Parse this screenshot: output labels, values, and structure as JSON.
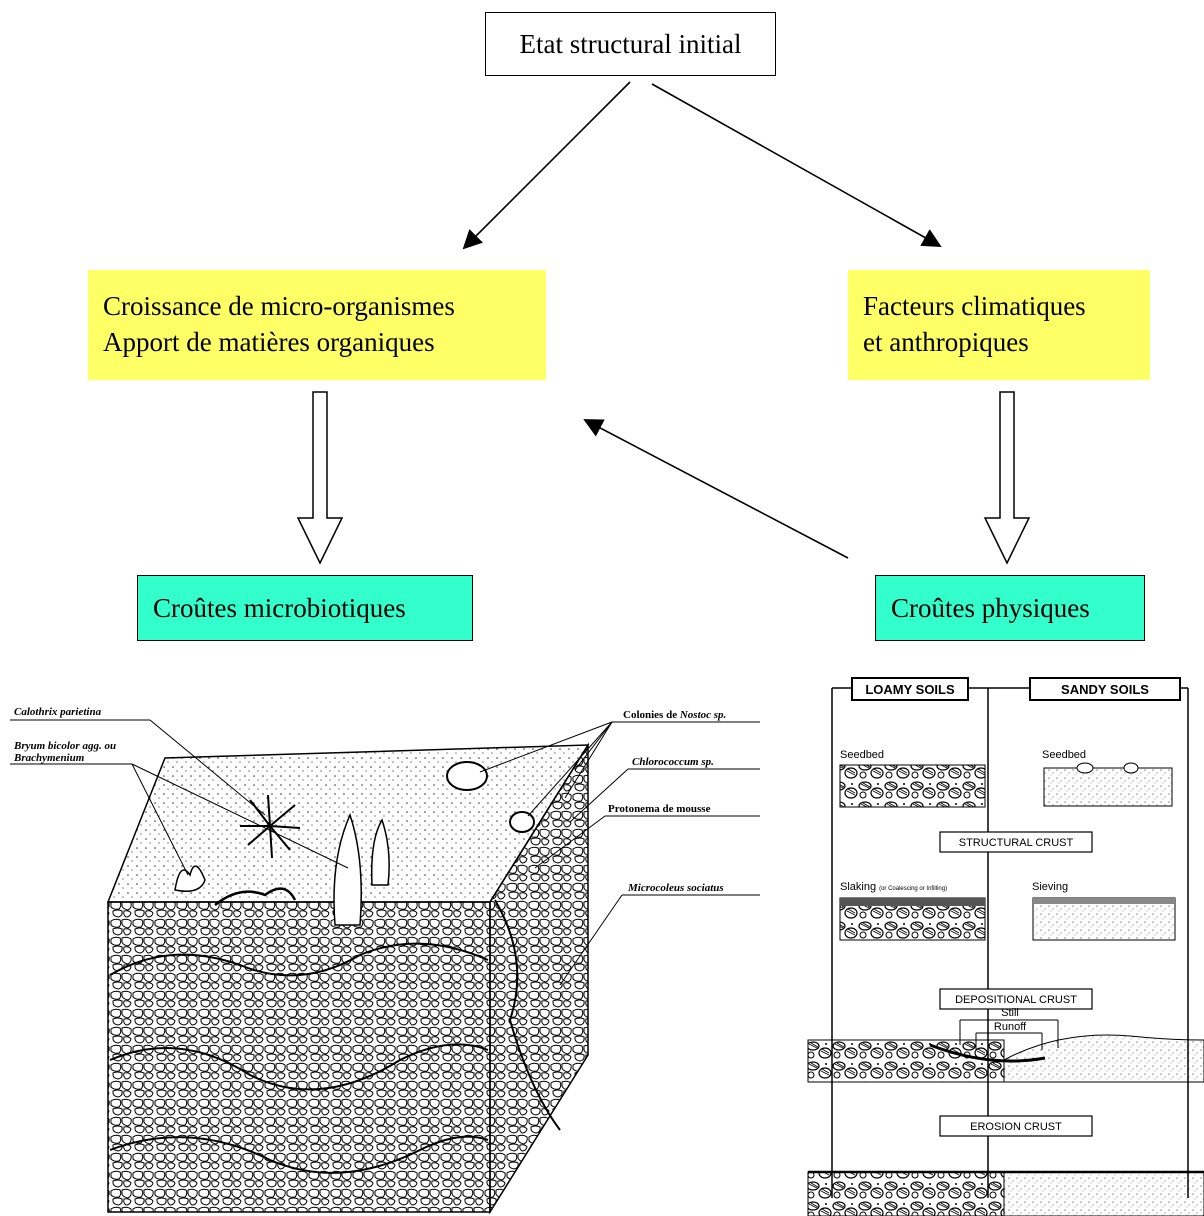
{
  "boxes": {
    "initial": "Etat structural initial",
    "biotic_line1": "Croissance de micro-organismes",
    "biotic_line2": "Apport de matières organiques",
    "climatic_line1": "Facteurs climatiques",
    "climatic_line2": "et anthropiques",
    "microbiotic_crust": "Croûtes microbiotiques",
    "physical_crust": "Croûtes physiques"
  },
  "colors": {
    "yellow_box": "#ffff66",
    "cyan_box": "#33ffcc"
  },
  "left_figure": {
    "labels": {
      "calothrix": "Calothrix parietina",
      "bryum_line1": "Bryum bicolor agg. ou",
      "bryum_line2": "Brachymenium",
      "nostoc_prefix": "Colonies de ",
      "nostoc_italic": "Nostoc sp.",
      "chlorococcum": "Chlorococcum sp.",
      "protonema": "Protonema de mousse",
      "microcoleus": "Microcoleus sociatus"
    }
  },
  "right_figure": {
    "headers": {
      "loamy": "LOAMY SOILS",
      "sandy": "SANDY SOILS"
    },
    "labels": {
      "seedbed_left": "Seedbed",
      "seedbed_right": "Seedbed",
      "structural_crust": "STRUCTURAL CRUST",
      "slaking": "Slaking",
      "slaking_note": "(or Coalescing or Infilling)",
      "sieving": "Sieving",
      "depositional_crust": "DEPOSITIONAL CRUST",
      "still": "Still",
      "runoff": "Runoff",
      "erosion_crust": "EROSION CRUST"
    }
  }
}
